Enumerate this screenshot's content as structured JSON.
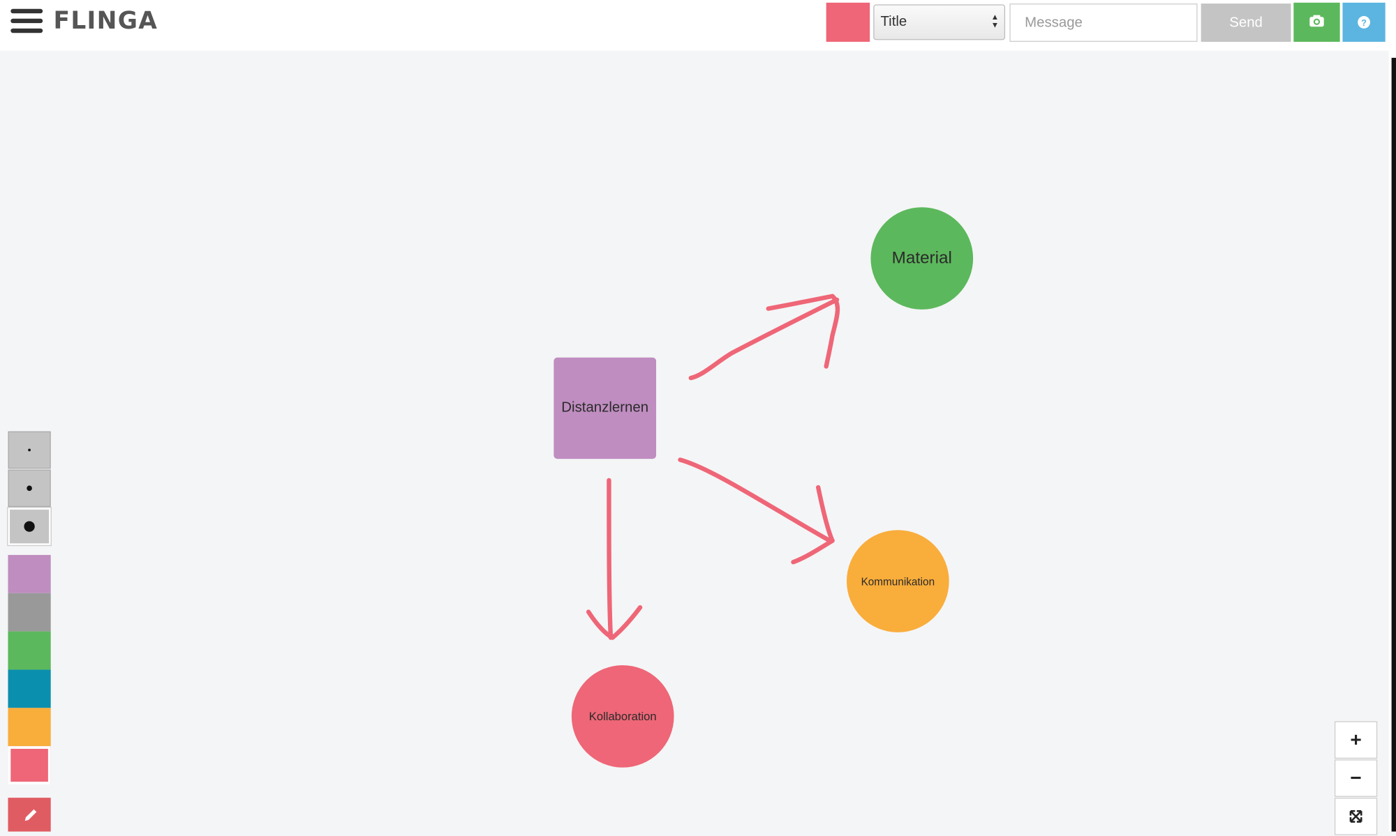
{
  "app": {
    "logo": "FLINGA"
  },
  "toolbar": {
    "color": "#ee6677",
    "title_select_value": "Title",
    "message_placeholder": "Message",
    "send_label": "Send",
    "camera_icon": "camera-icon",
    "help_icon": "help-icon"
  },
  "board": {
    "nodes": [
      {
        "label": "Distanzlernen",
        "shape": "square",
        "color": "#bf8dc0"
      },
      {
        "label": "Material",
        "shape": "circle",
        "color": "#5cb85c"
      },
      {
        "label": "Kommunikation",
        "shape": "circle",
        "color": "#f9ad3b"
      },
      {
        "label": "Kollaboration",
        "shape": "circle",
        "color": "#ee6677"
      }
    ],
    "arrow_color": "#ee6677"
  },
  "palette": {
    "pen_sizes": [
      "small",
      "medium",
      "large"
    ],
    "colors": [
      "#bf8dc0",
      "#999999",
      "#5cb85c",
      "#0b8fae",
      "#f9ad3b",
      "#ee6677"
    ],
    "selected_color": "#ee6677"
  },
  "zoom": {
    "in_icon": "plus-icon",
    "out_icon": "minus-icon",
    "fit_icon": "expand-icon"
  }
}
